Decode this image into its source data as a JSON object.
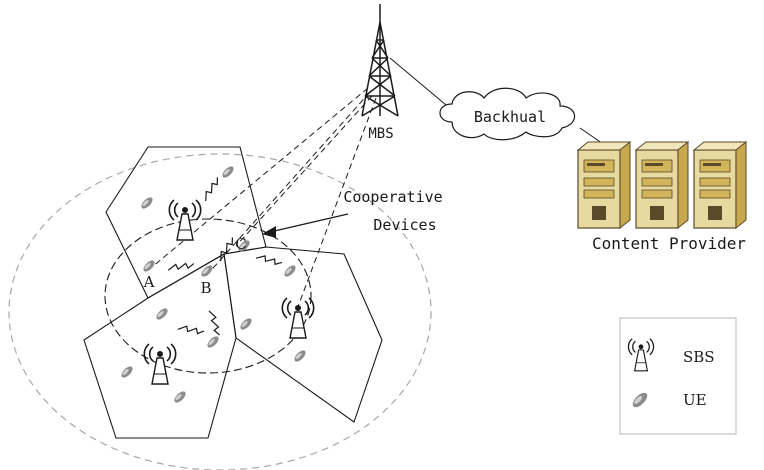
{
  "labels": {
    "mbs": "MBS",
    "backhaul": "Backhual",
    "cooperative_line1": "Cooperative",
    "cooperative_line2": "Devices",
    "content_provider": "Content Provider",
    "device_a": "A",
    "device_b": "B",
    "device_c": "C"
  },
  "legend": {
    "sbs": "SBS",
    "ue": "UE"
  },
  "colors": {
    "stroke": "#1a1a1a",
    "dashed_circle": "#a8a8a8",
    "ue_fill": "#8c8c8c",
    "server_body": "#e8d9a0",
    "server_front": "#d2b55a",
    "server_dark": "#5a4a2a"
  }
}
